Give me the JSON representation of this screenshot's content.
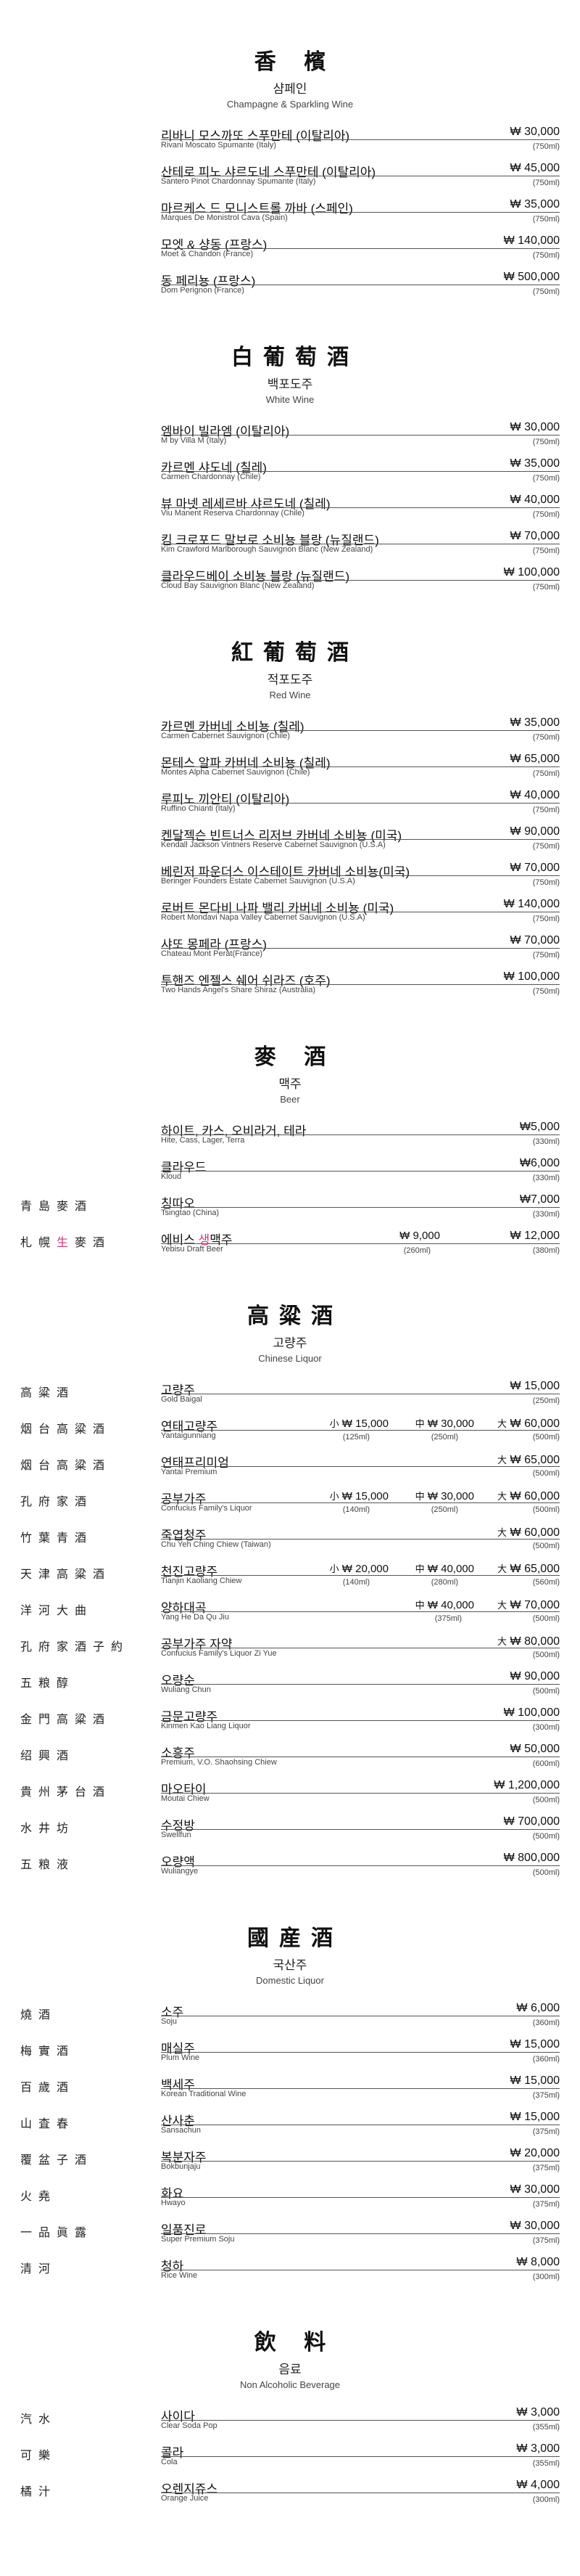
{
  "sections": [
    {
      "id": "champagne",
      "title": "香 檳",
      "ko": "샴페인",
      "en": "Champagne & Sparkling Wine",
      "items": [
        {
          "ko": "리바니 모스까또 스푸만테 (이탈리아)",
          "en": "Rivani Moscato Spumante (Italy)",
          "price": "₩ 30,000",
          "vol": "(750ml)"
        },
        {
          "ko": "산테로 피노 샤르도네 스푸만테 (이탈리아)",
          "en": "Santero Pinot Chardonnay Spumante (Italy)",
          "price": "₩ 45,000",
          "vol": "(750ml)"
        },
        {
          "ko": "마르케스 드 모니스트롤 까바 (스페인)",
          "en": "Marques De Monistrol Cava (Spain)",
          "price": "₩ 35,000",
          "vol": "(750ml)"
        },
        {
          "ko": "모엣 & 샹동 (프랑스)",
          "en": "Moet & Chandon (France)",
          "price": "₩ 140,000",
          "vol": "(750ml)"
        },
        {
          "ko": "동 페리뇽 (프랑스)",
          "en": "Dom Perignon (France)",
          "price": "₩ 500,000",
          "vol": "(750ml)"
        }
      ]
    },
    {
      "id": "white-wine",
      "title": "白葡萄酒",
      "ko": "백포도주",
      "en": "White Wine",
      "items": [
        {
          "ko": "엠바이 빌라엠 (이탈리아)",
          "en": "M by Villa M (Italy)",
          "price": "₩ 30,000",
          "vol": "(750ml)"
        },
        {
          "ko": "카르멘 샤도네 (칠레)",
          "en": "Carmen Chardonnay (Chile)",
          "price": "₩ 35,000",
          "vol": "(750ml)"
        },
        {
          "ko": "뷰 마넷 레세르바 샤르도네 (칠레)",
          "en": "Viu Manent Reserva Chardonnay (Chile)",
          "price": "₩ 40,000",
          "vol": "(750ml)"
        },
        {
          "ko": "킴 크로포드 말보로 소비뇽 블랑 (뉴질랜드)",
          "en": "Kim Crawford Marlborough Sauvignon Blanc (New Zealand)",
          "price": "₩ 70,000",
          "vol": "(750ml)"
        },
        {
          "ko": "클라우드베이 소비뇽 블랑 (뉴질랜드)",
          "en": "Cloud Bay Sauvignon Blanc (New Zealand)",
          "price": "₩ 100,000",
          "vol": "(750ml)"
        }
      ]
    },
    {
      "id": "red-wine",
      "title": "紅葡萄酒",
      "ko": "적포도주",
      "en": "Red Wine",
      "items": [
        {
          "ko": "카르멘 카버네 소비뇽 (칠레)",
          "en": "Carmen Cabernet Sauvignon (Chile)",
          "price": "₩ 35,000",
          "vol": "(750ml)"
        },
        {
          "ko": "몬테스 알파 카버네 소비뇽 (칠레)",
          "en": "Montes Alpha Cabernet Sauvignon (Chile)",
          "price": "₩ 65,000",
          "vol": "(750ml)"
        },
        {
          "ko": "루피노 끼안티 (이탈리아)",
          "en": "Ruffino Chianti (Italy)",
          "price": "₩ 40,000",
          "vol": "(750ml)"
        },
        {
          "ko": "켄달젝슨 빈트너스 리저브 카버네 소비뇽 (미국)",
          "en": "Kendall Jackson Vintners Reserve Cabernet Sauvignon (U.S.A)",
          "price": "₩ 90,000",
          "vol": "(750ml)"
        },
        {
          "ko": "베린저 파운더스 이스테이트 카버네 소비뇽(미국)",
          "en": "Beringer Founders Estate Cabernet Sauvignon (U.S.A)",
          "price": "₩ 70,000",
          "vol": "(750ml)"
        },
        {
          "ko": "로버트 몬다비 나파 밸리 카버네 소비뇽 (미국)",
          "en": "Robert Mondavi Napa Valley Cabernet Sauvignon (U.S.A)",
          "price": "₩ 140,000",
          "vol": "(750ml)"
        },
        {
          "ko": "샤또 몽페라 (프랑스)",
          "en": "Chateau Mont Perat(France)",
          "price": "₩ 70,000",
          "vol": "(750ml)"
        },
        {
          "ko": "투핸즈 엔젤스 쉐어 쉬라즈 (호주)",
          "en": "Two Hands Angel's Share Shiraz (Australia)",
          "price": "₩ 100,000",
          "vol": "(750ml)"
        }
      ]
    },
    {
      "id": "beer",
      "title": "麥 酒",
      "ko": "맥주",
      "en": "Beer",
      "items": [
        {
          "ko": "하이트, 카스, 오비라거, 테라",
          "en": "Hite, Cass, Lager, Terra",
          "price": "₩5,000",
          "vol": "(330ml)"
        },
        {
          "ko": "클라우드",
          "en": "Kloud",
          "price": "₩6,000",
          "vol": "(330ml)"
        },
        {
          "hanja": "青島麥酒",
          "ko": "칭따오",
          "en": "Tsingtao (China)",
          "price": "₩7,000",
          "vol": "(330ml)"
        },
        {
          "hanja_a": "札幌",
          "hanja_b": "生",
          "hanja_c": "麥酒",
          "ko_a": "에비스 ",
          "ko_b": "생",
          "ko_c": "맥주",
          "en": "Yebisu Draft Beer",
          "p_mid": "₩ 9,000",
          "v_mid": "(260ml)",
          "price": "₩ 12,000",
          "vol": "(380ml)"
        }
      ]
    },
    {
      "id": "chinese-liquor",
      "title": "高粱酒",
      "ko": "고량주",
      "en": "Chinese Liquor",
      "items": [
        {
          "hanja": "高粱酒",
          "ko": "고량주",
          "en": "Gold Baigal",
          "price": "₩ 15,000",
          "vol": "(250ml)"
        },
        {
          "hanja": "烟台高粱酒",
          "ko": "연태고량주",
          "en": "Yantaigunniang",
          "s_tag": "小",
          "s_price": "₩ 15,000",
          "s_vol": "(125ml)",
          "m_tag": "中",
          "m_price": "₩ 30,000",
          "m_vol": "(250ml)",
          "l_tag": "大",
          "price": "₩ 60,000",
          "vol": "(500ml)"
        },
        {
          "hanja": "烟台高粱酒",
          "ko": "연태프리미엄",
          "en": "Yantai Premium",
          "l_tag": "大",
          "price": "₩ 65,000",
          "vol": "(500ml)"
        },
        {
          "hanja": "孔府家酒",
          "ko": "공부가주",
          "en": "Confucius Family's Liquor",
          "s_tag": "小",
          "s_price": "₩ 15,000",
          "s_vol": "(140ml)",
          "m_tag": "中",
          "m_price": "₩ 30,000",
          "m_vol": "(250ml)",
          "l_tag": "大",
          "price": "₩ 60,000",
          "vol": "(500ml)"
        },
        {
          "hanja": "竹葉青酒",
          "ko": "죽엽청주",
          "en": "Chu Yeh Ching Chiew (Taiwan)",
          "l_tag": "大",
          "price": "₩ 60,000",
          "vol": "(500ml)"
        },
        {
          "hanja": "天津高粱酒",
          "ko": "천진고량주",
          "en": "Tianjin Kaoliang Chiew",
          "s_tag": "小",
          "s_price": "₩ 20,000",
          "s_vol": "(140ml)",
          "m_tag": "中",
          "m_price": "₩ 40,000",
          "m_vol": "(280ml)",
          "l_tag": "大",
          "price": "₩ 65,000",
          "vol": "(560ml)"
        },
        {
          "hanja": "洋河大曲",
          "ko": "양하대곡",
          "en": "Yang He Da Qu Jiu",
          "m_tag": "中",
          "m_price": "₩ 40,000",
          "m_vol": "(375ml)",
          "l_tag": "大",
          "price": "₩ 70,000",
          "vol": "(500ml)"
        },
        {
          "hanja": "孔府家酒子約",
          "ko": "공부가주 자약",
          "en": "Confucius Family's Liquor Zi Yue",
          "l_tag": "大",
          "price": "₩ 80,000",
          "vol": "(500ml)"
        },
        {
          "hanja": "五粮醇",
          "ko": "오량순",
          "en": "Wuliang Chun",
          "price": "₩ 90,000",
          "vol": "(500ml)"
        },
        {
          "hanja": "金門高粱酒",
          "ko": "금문고량주",
          "en": "Kinmen Kao Liang Liquor",
          "price": "₩ 100,000",
          "vol": "(300ml)"
        },
        {
          "hanja": "绍興酒",
          "ko": "소흥주",
          "en": "Premium, V.O. Shaohsing Chiew",
          "price": "₩ 50,000",
          "vol": "(600ml)"
        },
        {
          "hanja": "貴州茅台酒",
          "ko": "마오타이",
          "en": "Moutai Chiew",
          "price": "₩ 1,200,000",
          "vol": "(500ml)"
        },
        {
          "hanja": "水井坊",
          "ko": "수정방",
          "en": "Swellfun",
          "price": "₩ 700,000",
          "vol": "(500ml)"
        },
        {
          "hanja": "五粮液",
          "ko": "오량액",
          "en": "Wuliangye",
          "price": "₩ 800,000",
          "vol": "(500ml)"
        }
      ]
    },
    {
      "id": "domestic-liquor",
      "title": "國産酒",
      "ko": "국산주",
      "en": "Domestic Liquor",
      "items": [
        {
          "hanja": "燒酒",
          "ko": "소주",
          "en": "Soju",
          "price": "₩ 6,000",
          "vol": "(360ml)"
        },
        {
          "hanja": "梅實酒",
          "ko": "매실주",
          "en": "Plum Wine",
          "price": "₩ 15,000",
          "vol": "(360ml)"
        },
        {
          "hanja": "百歲酒",
          "ko": "백세주",
          "en": "Korean Traditional Wine",
          "price": "₩ 15,000",
          "vol": "(375ml)"
        },
        {
          "hanja": "山査春",
          "ko": "산사춘",
          "en": "Sansachun",
          "price": "₩ 15,000",
          "vol": "(375ml)"
        },
        {
          "hanja": "覆盆子酒",
          "ko": "복분자주",
          "en": "Bokbunjaju",
          "price": "₩ 20,000",
          "vol": "(375ml)"
        },
        {
          "hanja": "火堯",
          "ko": "화요",
          "en": "Hwayo",
          "price": "₩ 30,000",
          "vol": "(375ml)"
        },
        {
          "hanja": "一品眞露",
          "ko": "일품진로",
          "en": "Super Premium Soju",
          "price": "₩ 30,000",
          "vol": "(375ml)"
        },
        {
          "hanja": "清河",
          "ko": "청하",
          "en": "Rice Wine",
          "price": "₩ 8,000",
          "vol": "(300ml)"
        }
      ]
    },
    {
      "id": "non-alcoholic",
      "title": "飲 料",
      "ko": "음료",
      "en": "Non Alcoholic Beverage",
      "items": [
        {
          "hanja": "汽水",
          "ko": "사이다",
          "en": "Clear Soda Pop",
          "price": "₩ 3,000",
          "vol": "(355ml)"
        },
        {
          "hanja": "可樂",
          "ko": "콜라",
          "en": "Cola",
          "price": "₩ 3,000",
          "vol": "(355ml)"
        },
        {
          "hanja": "橘汁",
          "ko": "오렌지쥬스",
          "en": "Orange Juice",
          "price": "₩ 4,000",
          "vol": "(300ml)"
        }
      ]
    }
  ],
  "colors": {
    "accent": "#d6337a",
    "text": "#111111",
    "rule": "#555555"
  }
}
